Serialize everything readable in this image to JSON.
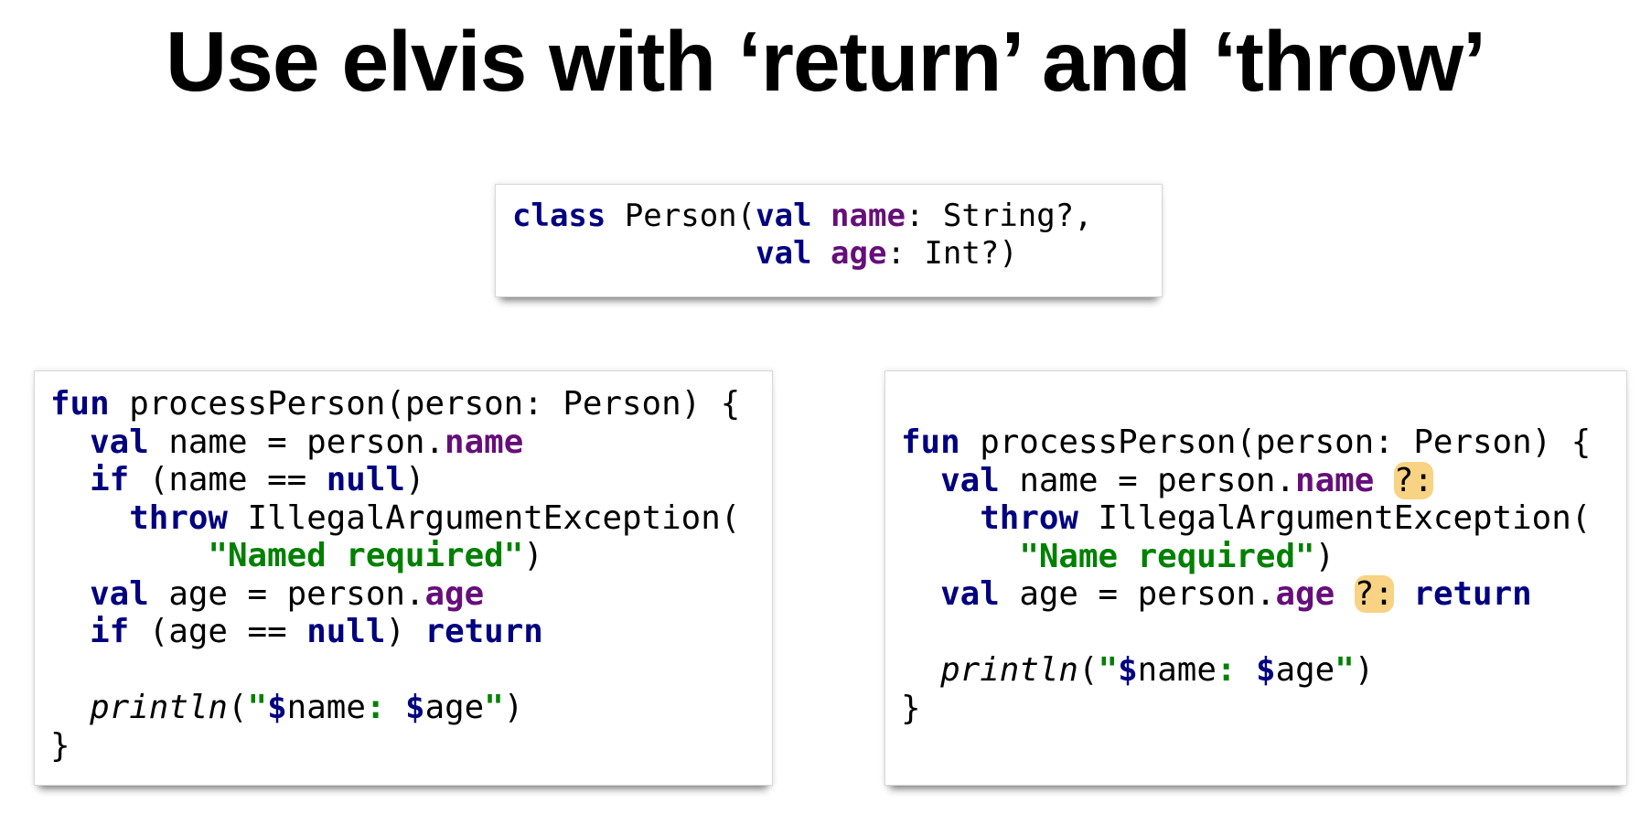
{
  "title": "Use elvis with ‘return’ and ‘throw’",
  "colors": {
    "keyword": "#000080",
    "property": "#660e7a",
    "string": "#008000",
    "highlight": "#f8d383"
  },
  "class_snippet": [
    [
      {
        "t": "kw",
        "v": "class"
      },
      {
        "t": "",
        "v": " Person("
      },
      {
        "t": "kw",
        "v": "val"
      },
      {
        "t": "",
        "v": " "
      },
      {
        "t": "prop",
        "v": "name"
      },
      {
        "t": "",
        "v": ": String?,"
      }
    ],
    [
      {
        "t": "",
        "v": "             "
      },
      {
        "t": "kw",
        "v": "val"
      },
      {
        "t": "",
        "v": " "
      },
      {
        "t": "prop",
        "v": "age"
      },
      {
        "t": "",
        "v": ": Int?)"
      }
    ]
  ],
  "left_snippet": [
    [
      {
        "t": "kw",
        "v": "fun"
      },
      {
        "t": "",
        "v": " processPerson(person: Person) {"
      }
    ],
    [
      {
        "t": "",
        "v": "  "
      },
      {
        "t": "kw",
        "v": "val"
      },
      {
        "t": "",
        "v": " name = person."
      },
      {
        "t": "prop",
        "v": "name"
      }
    ],
    [
      {
        "t": "",
        "v": "  "
      },
      {
        "t": "kw",
        "v": "if"
      },
      {
        "t": "",
        "v": " (name == "
      },
      {
        "t": "kw",
        "v": "null"
      },
      {
        "t": "",
        "v": ")"
      }
    ],
    [
      {
        "t": "",
        "v": "    "
      },
      {
        "t": "kw",
        "v": "throw"
      },
      {
        "t": "",
        "v": " IllegalArgumentException("
      }
    ],
    [
      {
        "t": "",
        "v": "        "
      },
      {
        "t": "str",
        "v": "\"Named required\""
      },
      {
        "t": "",
        "v": ")"
      }
    ],
    [
      {
        "t": "",
        "v": "  "
      },
      {
        "t": "kw",
        "v": "val"
      },
      {
        "t": "",
        "v": " age = person."
      },
      {
        "t": "prop",
        "v": "age"
      }
    ],
    [
      {
        "t": "",
        "v": "  "
      },
      {
        "t": "kw",
        "v": "if"
      },
      {
        "t": "",
        "v": " (age == "
      },
      {
        "t": "kw",
        "v": "null"
      },
      {
        "t": "",
        "v": ") "
      },
      {
        "t": "kw",
        "v": "return"
      }
    ],
    [
      {
        "t": "",
        "v": " "
      }
    ],
    [
      {
        "t": "",
        "v": "  "
      },
      {
        "t": "it",
        "v": "println"
      },
      {
        "t": "",
        "v": "("
      },
      {
        "t": "str",
        "v": "\""
      },
      {
        "t": "tmpl",
        "v": "$"
      },
      {
        "t": "",
        "v": "name"
      },
      {
        "t": "str",
        "v": ": "
      },
      {
        "t": "tmpl",
        "v": "$"
      },
      {
        "t": "",
        "v": "age"
      },
      {
        "t": "str",
        "v": "\""
      },
      {
        "t": "",
        "v": ")"
      }
    ],
    [
      {
        "t": "",
        "v": "}"
      }
    ]
  ],
  "right_snippet": [
    [
      {
        "t": "kw",
        "v": "fun"
      },
      {
        "t": "",
        "v": " processPerson(person: Person) {"
      }
    ],
    [
      {
        "t": "",
        "v": "  "
      },
      {
        "t": "kw",
        "v": "val"
      },
      {
        "t": "",
        "v": " name = person."
      },
      {
        "t": "prop",
        "v": "name"
      },
      {
        "t": "",
        "v": " "
      },
      {
        "t": "hl",
        "v": "?:"
      }
    ],
    [
      {
        "t": "",
        "v": "    "
      },
      {
        "t": "kw",
        "v": "throw"
      },
      {
        "t": "",
        "v": " IllegalArgumentException("
      }
    ],
    [
      {
        "t": "",
        "v": "      "
      },
      {
        "t": "str",
        "v": "\"Name required\""
      },
      {
        "t": "",
        "v": ")"
      }
    ],
    [
      {
        "t": "",
        "v": "  "
      },
      {
        "t": "kw",
        "v": "val"
      },
      {
        "t": "",
        "v": " age = person."
      },
      {
        "t": "prop",
        "v": "age"
      },
      {
        "t": "",
        "v": " "
      },
      {
        "t": "hl",
        "v": "?:"
      },
      {
        "t": "",
        "v": " "
      },
      {
        "t": "kw",
        "v": "return"
      }
    ],
    [
      {
        "t": "",
        "v": " "
      }
    ],
    [
      {
        "t": "",
        "v": "  "
      },
      {
        "t": "it",
        "v": "println"
      },
      {
        "t": "",
        "v": "("
      },
      {
        "t": "str",
        "v": "\""
      },
      {
        "t": "tmpl",
        "v": "$"
      },
      {
        "t": "",
        "v": "name"
      },
      {
        "t": "str",
        "v": ": "
      },
      {
        "t": "tmpl",
        "v": "$"
      },
      {
        "t": "",
        "v": "age"
      },
      {
        "t": "str",
        "v": "\""
      },
      {
        "t": "",
        "v": ")"
      }
    ],
    [
      {
        "t": "",
        "v": "}"
      }
    ]
  ]
}
